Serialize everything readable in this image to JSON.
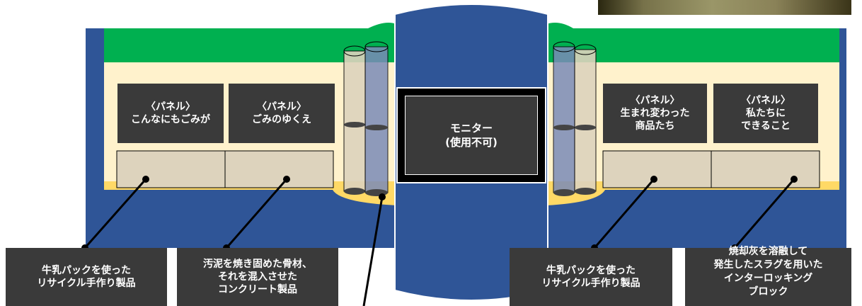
{
  "panels": {
    "p1": {
      "line1": "〈パネル〉",
      "line2": "こんなにもごみが"
    },
    "p2": {
      "line1": "〈パネル〉",
      "line2": "ごみのゆくえ"
    },
    "p3": {
      "line1": "〈パネル〉",
      "line2": "生まれ変わった",
      "line3": "商品たち"
    },
    "p4": {
      "line1": "〈パネル〉",
      "line2": "私たちに",
      "line3": "できること"
    }
  },
  "monitor": {
    "line1": "モニター",
    "line2": "(使用不可)"
  },
  "labels": {
    "l1": {
      "line1": "牛乳パックを使った",
      "line2": "リサイクル手作り製品"
    },
    "l2": {
      "line1": "汚泥を焼き固めた骨材、",
      "line2": "それを混入させた",
      "line3": "コンクリート製品"
    },
    "l3": {
      "line1": "牛乳パックを使った",
      "line2": "リサイクル手作り製品"
    },
    "l4": {
      "line1": "焼却灰を溶融して",
      "line2": "発生したスラグを用いた",
      "line3": "インターロッキング",
      "line4": "ブロック"
    }
  },
  "colors": {
    "wall": "#2f5597",
    "green": "#00b050",
    "cream": "#fff2cc",
    "floor": "#ffd966",
    "panel": "#3a3a3a",
    "shelf": "#ddd3bd",
    "cylinder": "#7b8bb8"
  }
}
